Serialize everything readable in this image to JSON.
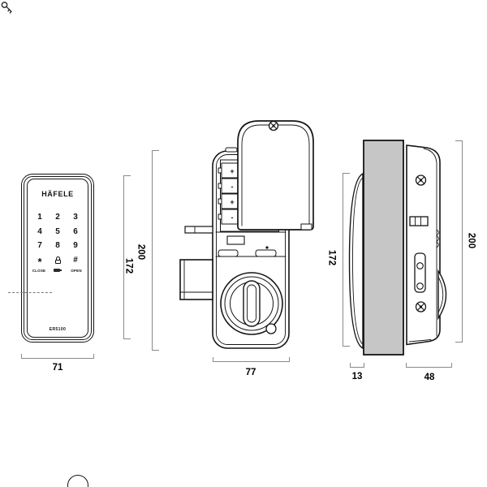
{
  "front_view": {
    "brand": "HÄFELE",
    "model": "ER5100",
    "digit_keys": [
      "1",
      "2",
      "3",
      "4",
      "5",
      "6",
      "7",
      "8",
      "9"
    ],
    "star_key": "*",
    "hash_key": "#",
    "close_label": "CLOSE",
    "open_label": "OPEN"
  },
  "rear_view": {
    "battery_polarities": [
      "+",
      "-",
      "+",
      "-"
    ]
  },
  "dimensions": {
    "front_width": "71",
    "front_height": "172",
    "rear_width": "77",
    "rear_height": "200",
    "side_front_height": "172",
    "side_rear_height": "200",
    "side_front_depth": "13",
    "side_rear_depth": "48"
  },
  "icons": {
    "keypad_lock": "padlock-icon",
    "bottom_center_key": "battery-icon",
    "key_hint": "key-icon",
    "screws": "phillips-screw-icon"
  }
}
